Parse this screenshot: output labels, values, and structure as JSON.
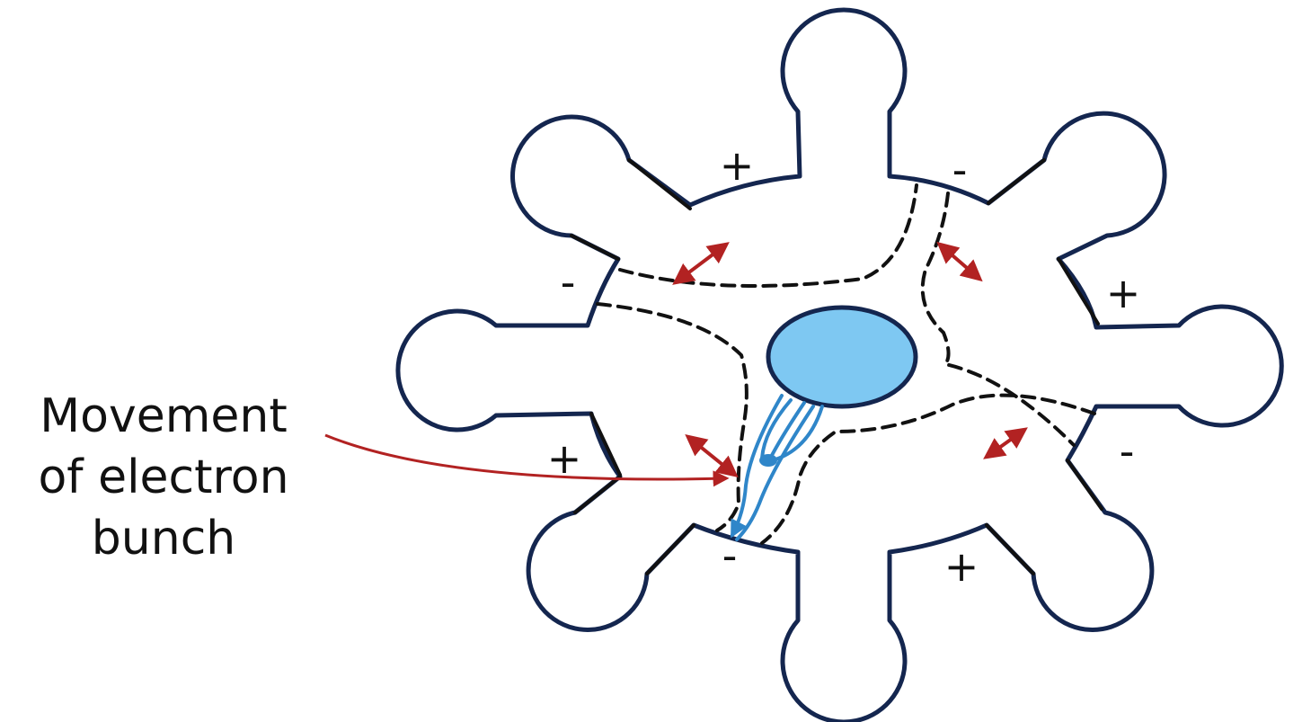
{
  "diagram": {
    "label": {
      "lines": [
        "Movement",
        "of electron",
        "bunch"
      ]
    },
    "signs": [
      {
        "id": "upper-left",
        "text": "+"
      },
      {
        "id": "upper-right",
        "text": "-"
      },
      {
        "id": "left",
        "text": "-"
      },
      {
        "id": "right",
        "text": "+"
      },
      {
        "id": "lower-left",
        "text": "+"
      },
      {
        "id": "lower-right",
        "text": "-"
      },
      {
        "id": "bottom",
        "text": "-"
      },
      {
        "id": "bottom-right",
        "text": "+"
      }
    ],
    "colors": {
      "cavity_outline": "#14264f",
      "cathode_fill": "#7ec8f2",
      "cathode_outline": "#14264f",
      "electron_stream": "#2f86c9",
      "field_line": "#111111",
      "force_arrow": "#b22222",
      "callout_arrow": "#b22222"
    }
  }
}
